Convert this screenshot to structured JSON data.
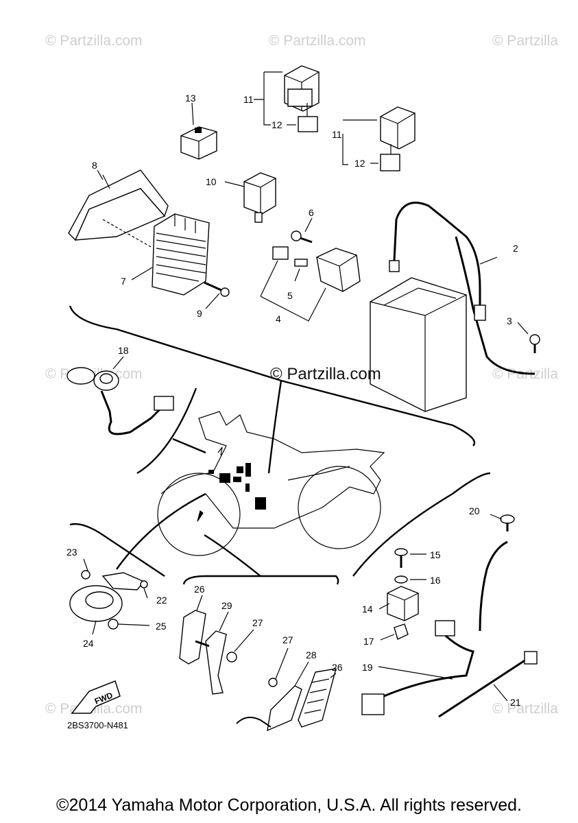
{
  "watermarks": {
    "top_left": "© Partzilla.com",
    "top_center": "© Partzilla.com",
    "top_right": "© Partzilla",
    "mid_left": "© Partzilla.com",
    "mid_center": "© Partzilla.com",
    "mid_right": "© Partzilla",
    "bottom_left": "© Partzilla.com",
    "bottom_right": "© Partzilla"
  },
  "callouts": {
    "p2": "2",
    "p3": "3",
    "p4": "4",
    "p5": "5",
    "p6": "6",
    "p7": "7",
    "p8": "8",
    "p9": "9",
    "p10": "10",
    "p11a": "11",
    "p11b": "11",
    "p12a": "12",
    "p12b": "12",
    "p13": "13",
    "p14": "14",
    "p15": "15",
    "p16": "16",
    "p17": "17",
    "p18": "18",
    "p19": "19",
    "p20": "20",
    "p21": "21",
    "p22": "22",
    "p23": "23",
    "p24": "24",
    "p25": "25",
    "p26a": "26",
    "p26b": "26",
    "p27a": "27",
    "p27b": "27",
    "p28": "28",
    "p29": "29"
  },
  "fwd_label": "FWD",
  "diagram_code": "2BS3700-N481",
  "copyright": "©2014 Yamaha Motor Corporation, U.S.A. All rights reserved."
}
